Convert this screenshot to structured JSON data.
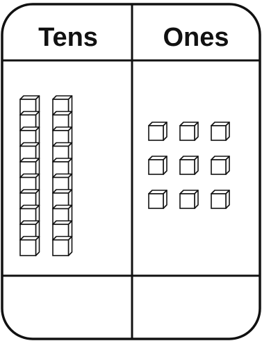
{
  "chart": {
    "columns": [
      {
        "heading": "Tens",
        "blocks": {
          "kind": "ten-rod",
          "count": 2,
          "units_per_block": 10
        }
      },
      {
        "heading": "Ones",
        "blocks": {
          "kind": "unit-cube",
          "count": 9,
          "units_per_block": 1
        }
      }
    ],
    "colors": {
      "ink": "#111111",
      "paper": "#ffffff"
    }
  }
}
